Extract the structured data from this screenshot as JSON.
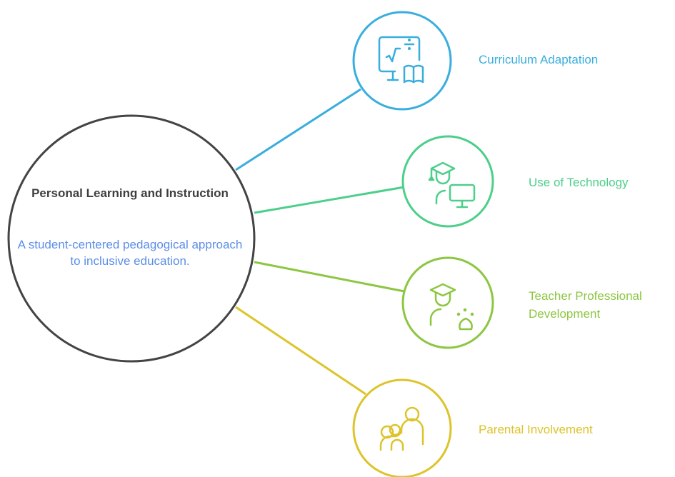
{
  "center": {
    "title": "Personal Learning and Instruction",
    "description": "A student-centered pedagogical approach to inclusive education."
  },
  "branches": [
    {
      "label": "Curriculum Adaptation",
      "color": "#39aede",
      "icon": "curriculum-math-book-icon"
    },
    {
      "label": "Use of Technology",
      "color": "#4ccf8a",
      "icon": "graduate-computer-icon"
    },
    {
      "label": "Teacher Professional Development",
      "color": "#8dc641",
      "icon": "teacher-growth-icon"
    },
    {
      "label": "Parental Involvement",
      "color": "#dcc42a",
      "icon": "parent-child-icon"
    }
  ]
}
